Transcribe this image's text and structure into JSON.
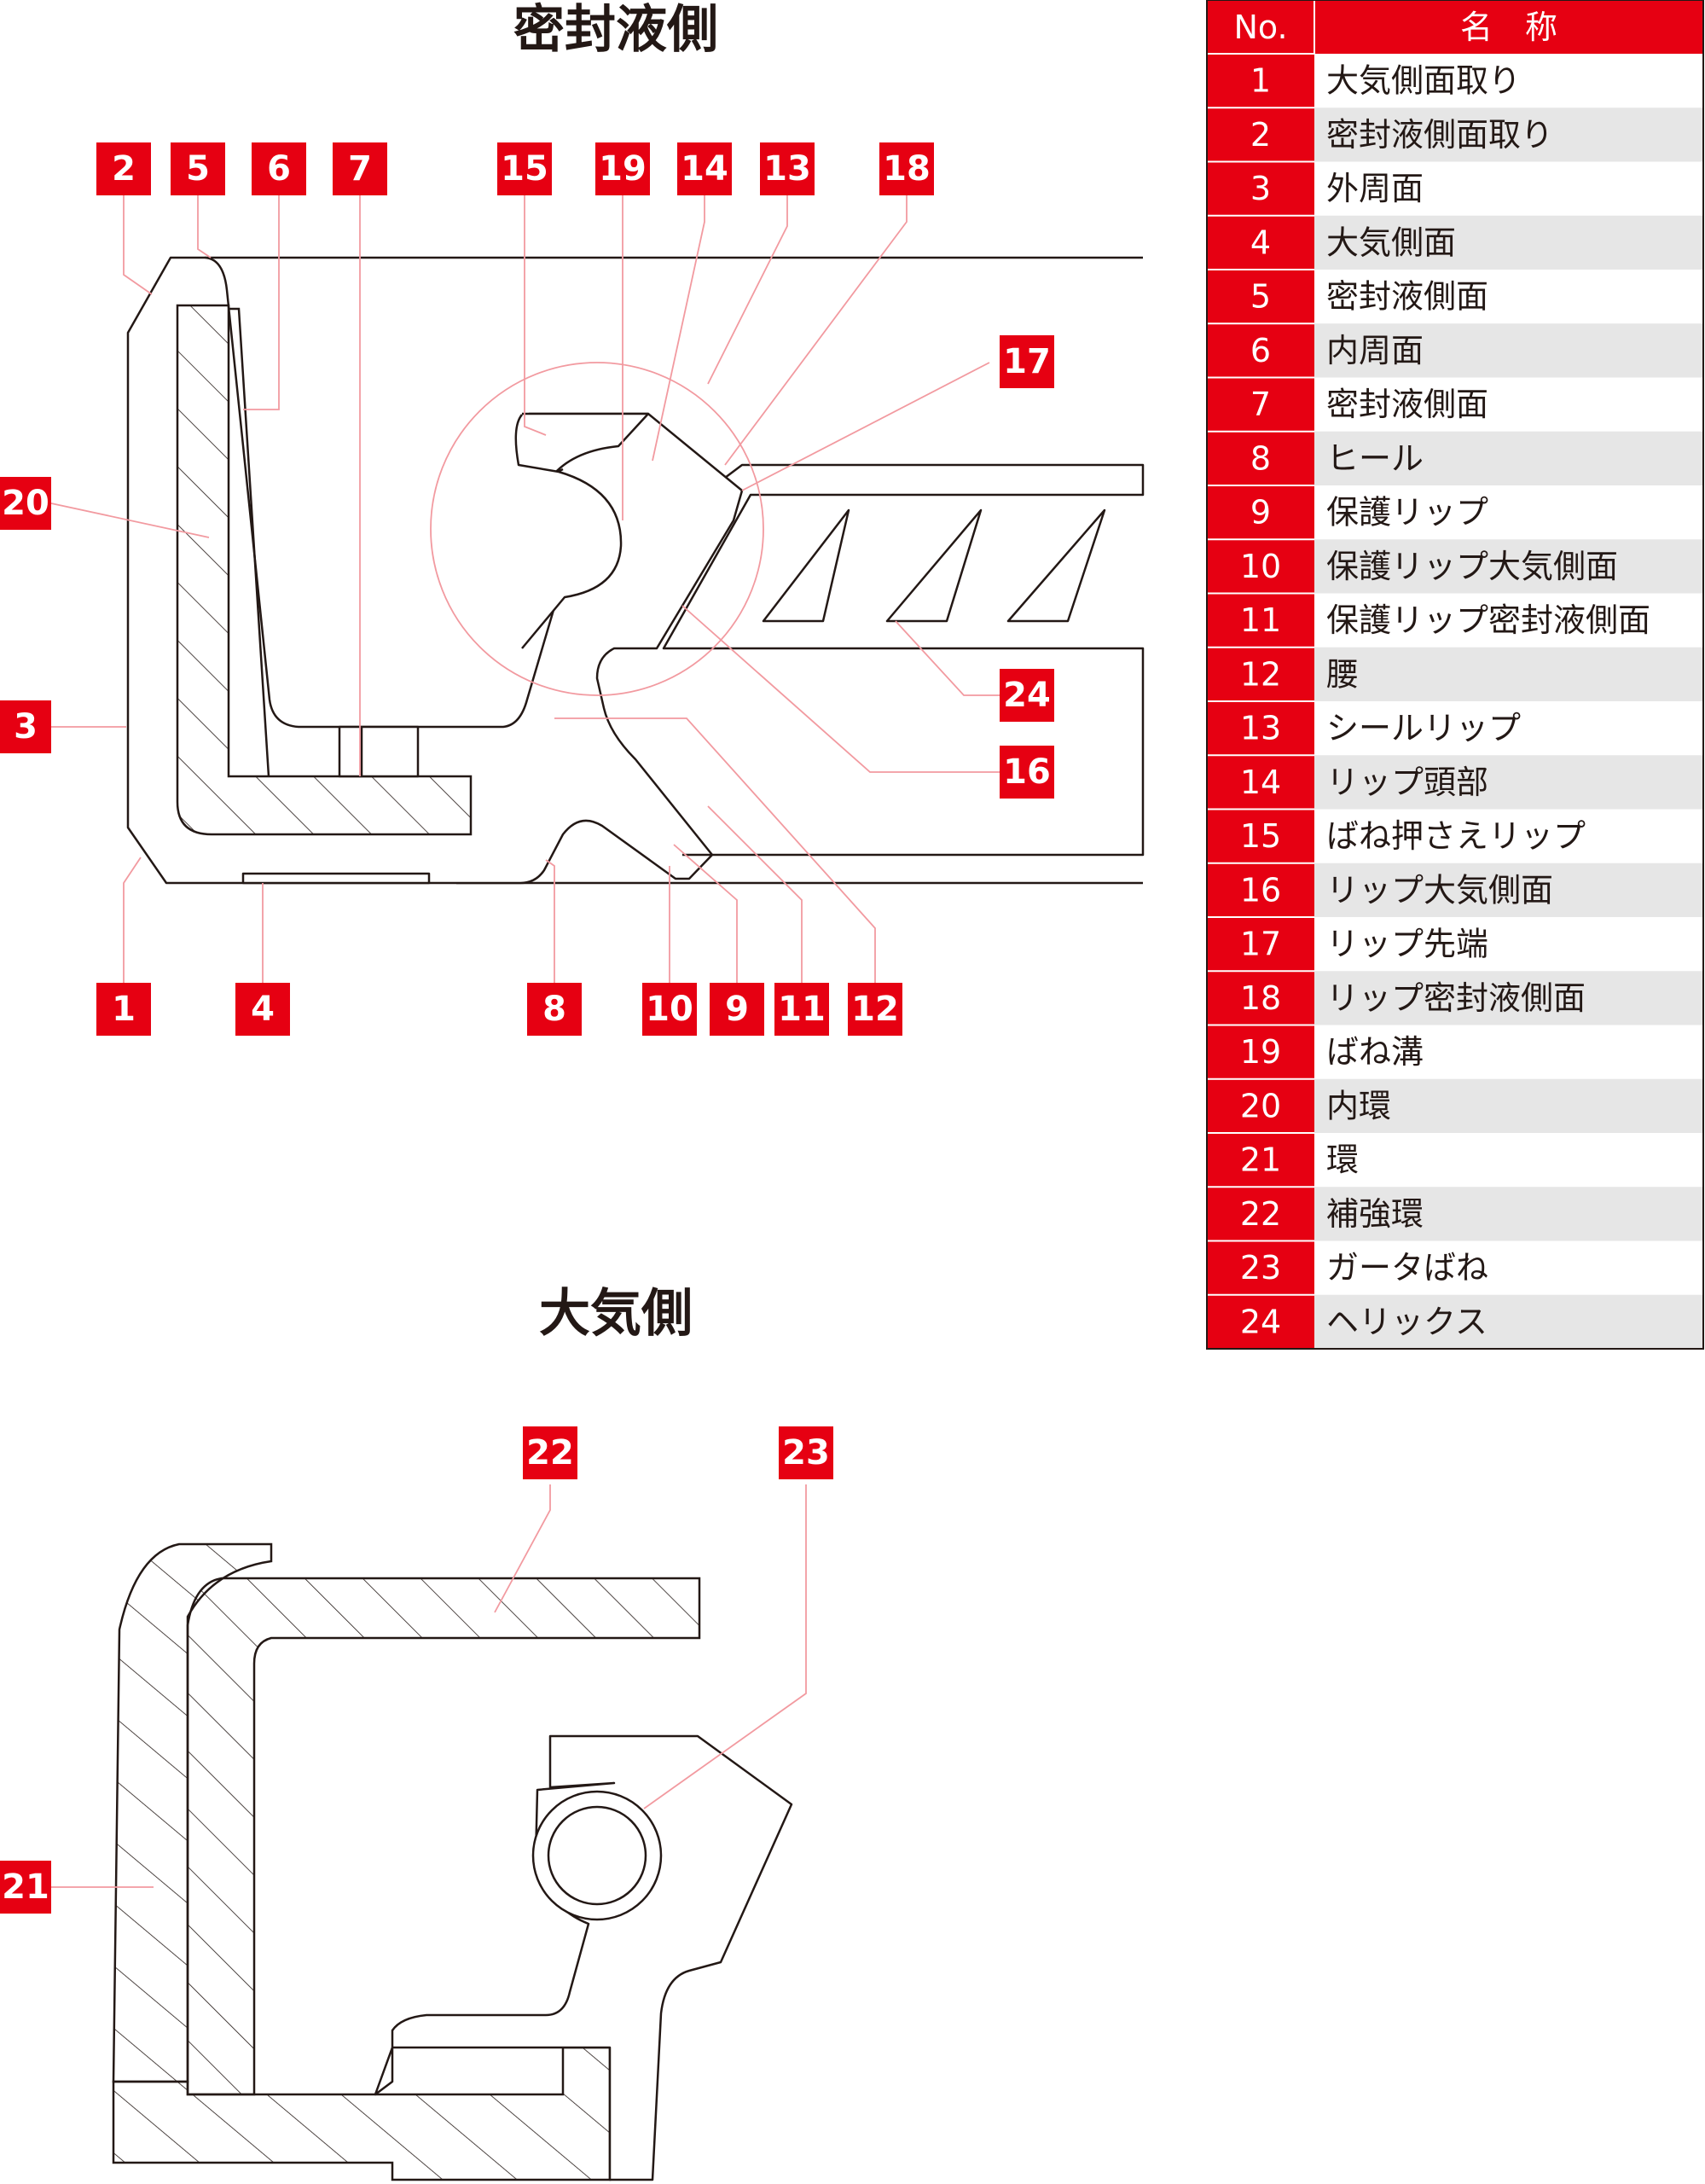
{
  "headings": {
    "top": "密封液側",
    "bottom": "大気側"
  },
  "table": {
    "header_no": "No.",
    "header_name": "名　称",
    "rows": [
      {
        "no": "1",
        "name": "大気側面取り"
      },
      {
        "no": "2",
        "name": "密封液側面取り"
      },
      {
        "no": "3",
        "name": "外周面"
      },
      {
        "no": "4",
        "name": "大気側面"
      },
      {
        "no": "5",
        "name": "密封液側面"
      },
      {
        "no": "6",
        "name": "内周面"
      },
      {
        "no": "7",
        "name": "密封液側面"
      },
      {
        "no": "8",
        "name": "ヒール"
      },
      {
        "no": "9",
        "name": "保護リップ"
      },
      {
        "no": "10",
        "name": "保護リップ大気側面"
      },
      {
        "no": "11",
        "name": "保護リップ密封液側面"
      },
      {
        "no": "12",
        "name": "腰"
      },
      {
        "no": "13",
        "name": "シールリップ"
      },
      {
        "no": "14",
        "name": "リップ頭部"
      },
      {
        "no": "15",
        "name": "ばね押さえリップ"
      },
      {
        "no": "16",
        "name": "リップ大気側面"
      },
      {
        "no": "17",
        "name": "リップ先端"
      },
      {
        "no": "18",
        "name": "リップ密封液側面"
      },
      {
        "no": "19",
        "name": "ばね溝"
      },
      {
        "no": "20",
        "name": "内環"
      },
      {
        "no": "21",
        "name": "環"
      },
      {
        "no": "22",
        "name": "補強環"
      },
      {
        "no": "23",
        "name": "ガータばね"
      },
      {
        "no": "24",
        "name": "ヘリックス"
      }
    ]
  },
  "callouts": [
    "2",
    "5",
    "6",
    "7",
    "15",
    "19",
    "14",
    "13",
    "18",
    "17",
    "20",
    "3",
    "24",
    "16",
    "1",
    "4",
    "8",
    "10",
    "9",
    "11",
    "12",
    "22",
    "23",
    "21"
  ],
  "colors": {
    "accent": "#e60012",
    "leader": "#f29aa0",
    "line": "#231815",
    "stripe": "#e6e6e6"
  }
}
